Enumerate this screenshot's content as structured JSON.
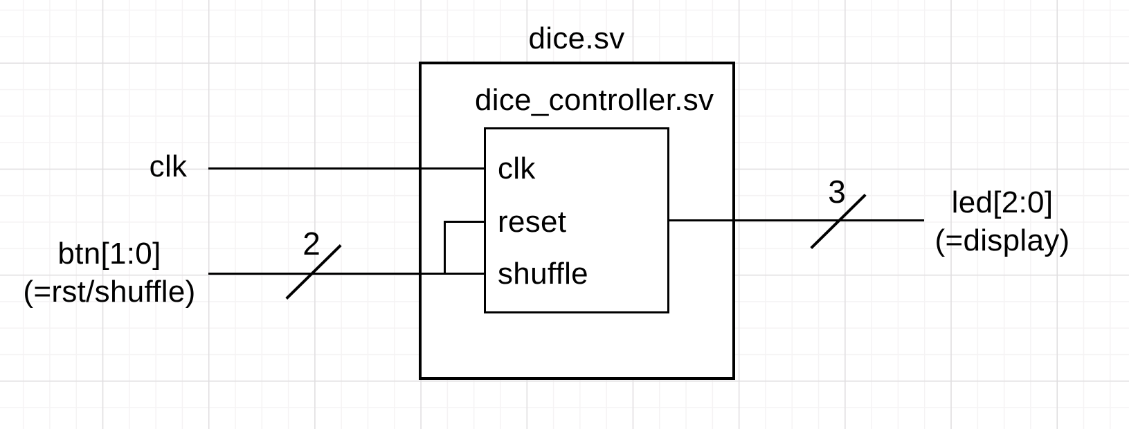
{
  "diagram": {
    "file_title": "dice.sv",
    "module_title": "dice_controller.sv",
    "ports": {
      "clk": "clk",
      "reset": "reset",
      "shuffle": "shuffle"
    },
    "inputs": {
      "clk": {
        "label": "clk"
      },
      "btn": {
        "label": "btn[1:0]",
        "alias": "(=rst/shuffle)",
        "bus_width": "2"
      }
    },
    "outputs": {
      "led": {
        "label": "led[2:0]",
        "alias": "(=display)",
        "bus_width": "3"
      }
    }
  },
  "colors": {
    "line": "#000000",
    "background": "#ffffff",
    "grid_major": "#e0dee0",
    "grid_minor": "#f5f3f4"
  }
}
